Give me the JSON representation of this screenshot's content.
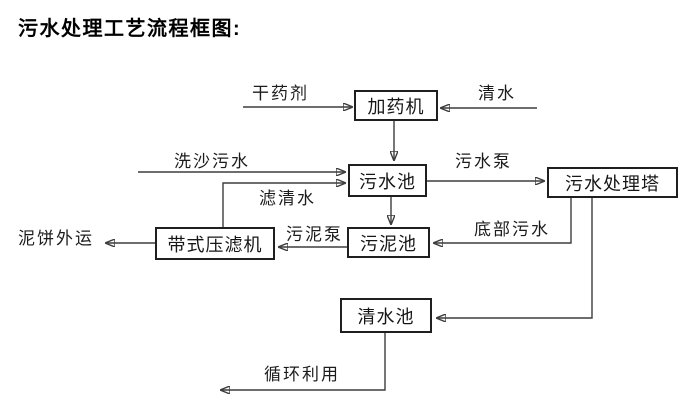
{
  "title": "污水处理工艺流程框图:",
  "diagram": {
    "nodes": {
      "dosing_machine": "加药机",
      "sewage_pool": "污水池",
      "treatment_tower": "污水处理塔",
      "sludge_pool": "污泥池",
      "belt_filter_press": "带式压滤机",
      "clean_water_pool": "清水池"
    },
    "flow_labels": {
      "dry_chemical": "干药剂",
      "clean_water_in": "清水",
      "sand_washing_sewage": "洗沙污水",
      "sewage_pump": "污水泵",
      "filtered_water": "滤清水",
      "sludge_pump": "污泥泵",
      "bottom_sewage": "底部污水",
      "mud_cake_out": "泥饼外运",
      "recycling": "循环利用"
    },
    "edges": [
      {
        "from": "dry_chemical_input",
        "to": "dosing_machine",
        "label": "干药剂"
      },
      {
        "from": "clean_water_input",
        "to": "dosing_machine",
        "label": "清水"
      },
      {
        "from": "dosing_machine",
        "to": "sewage_pool",
        "label": ""
      },
      {
        "from": "sand_washing_sewage_input",
        "to": "sewage_pool",
        "label": "洗沙污水"
      },
      {
        "from": "belt_filter_press",
        "to": "sewage_pool",
        "label": "滤清水"
      },
      {
        "from": "sewage_pool",
        "to": "treatment_tower",
        "label": "污水泵"
      },
      {
        "from": "sewage_pool",
        "to": "sludge_pool",
        "label": ""
      },
      {
        "from": "treatment_tower",
        "to": "sludge_pool",
        "label": "底部污水"
      },
      {
        "from": "sludge_pool",
        "to": "belt_filter_press",
        "label": "污泥泵"
      },
      {
        "from": "belt_filter_press",
        "to": "mud_cake_out",
        "label": "泥饼外运"
      },
      {
        "from": "treatment_tower",
        "to": "clean_water_pool",
        "label": ""
      },
      {
        "from": "clean_water_pool",
        "to": "recycling",
        "label": "循环利用"
      }
    ]
  },
  "colors": {
    "background": "#ffffff",
    "line": "#3d3d3d",
    "arrowhead": "#1a1a1a",
    "box_border": "#1f1f1f",
    "text": "#111111"
  }
}
